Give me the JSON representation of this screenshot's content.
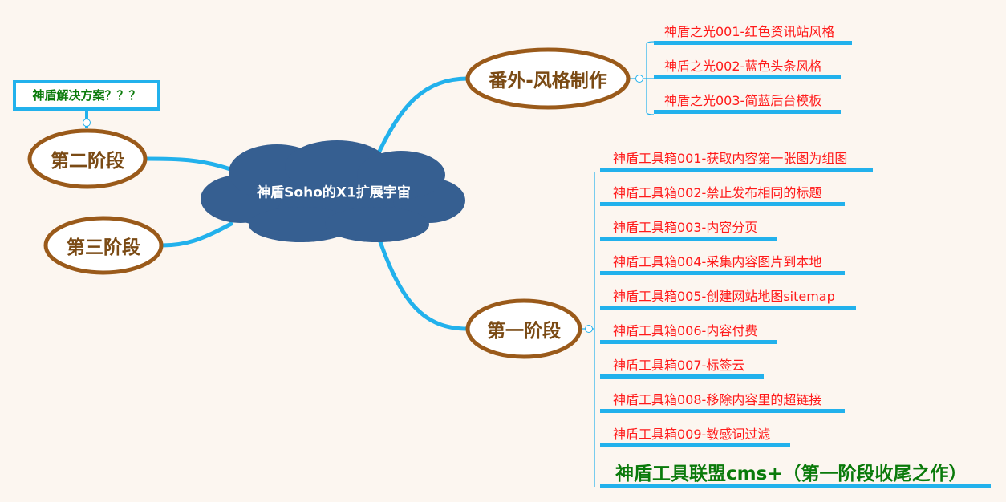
{
  "central_topic": "神盾Soho的X1扩展宇宙",
  "callout": "神盾解决方案？？？",
  "branches": {
    "extra": {
      "label": "番外-风格制作",
      "items": [
        "神盾之光001-红色资讯站风格",
        "神盾之光002-蓝色头条风格",
        "神盾之光003-简蓝后台模板"
      ]
    },
    "stage1": {
      "label": "第一阶段",
      "items": [
        "神盾工具箱001-获取内容第一张图为组图",
        "神盾工具箱002-禁止发布相同的标题",
        "神盾工具箱003-内容分页",
        "神盾工具箱004-采集内容图片到本地",
        "神盾工具箱005-创建网站地图sitemap",
        "神盾工具箱006-内容付费",
        "神盾工具箱007-标签云",
        "神盾工具箱008-移除内容里的超链接",
        "神盾工具箱009-敏感词过滤"
      ],
      "final_item": "神盾工具联盟cms+（第一阶段收尾之作）"
    },
    "stage2": {
      "label": "第二阶段"
    },
    "stage3": {
      "label": "第三阶段"
    }
  },
  "colors": {
    "link": "#22b1ec",
    "topic_border": "#9a5a1a",
    "topic_text": "#7a4a14",
    "cloud": "#365f91",
    "leaf_text": "#ff1a1a",
    "final_text": "#0a7a0a"
  }
}
